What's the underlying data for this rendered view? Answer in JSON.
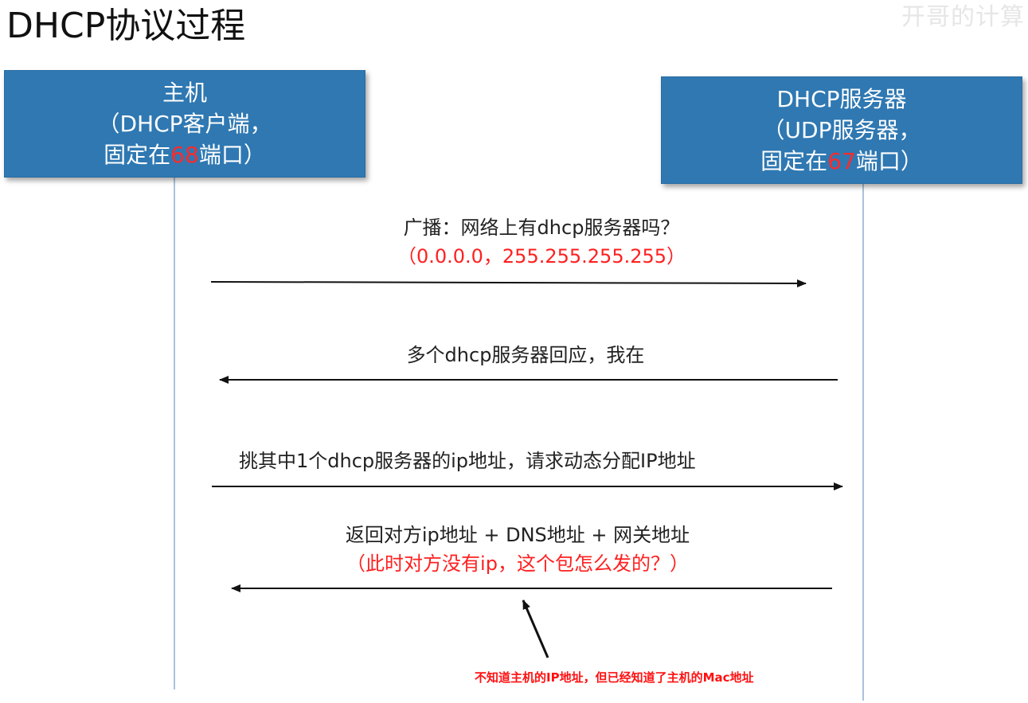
{
  "title": "DHCP协议过程",
  "watermark": "开哥的计算",
  "colors": {
    "actor_box": "#2f78b2",
    "highlight": "#ff2020",
    "lifeline": "#a9c3dc",
    "arrow": "#111111"
  },
  "actors": {
    "host": {
      "line1": "主机",
      "line2": "（DHCP客户端，",
      "line3_prefix": "固定在",
      "port": "68",
      "line3_suffix": "端口）"
    },
    "server": {
      "line1": "DHCP服务器",
      "line2": "（UDP服务器，",
      "line3_prefix": "固定在",
      "port": "67",
      "line3_suffix": "端口）"
    }
  },
  "messages": [
    {
      "direction": "host-to-server",
      "text": "广播：网络上有dhcp服务器吗？",
      "detail": "（0.0.0.0，255.255.255.255）"
    },
    {
      "direction": "server-to-host",
      "text": "多个dhcp服务器回应，我在"
    },
    {
      "direction": "host-to-server",
      "text": "挑其中1个dhcp服务器的ip地址，请求动态分配IP地址"
    },
    {
      "direction": "server-to-host",
      "text": "返回对方ip地址 + DNS地址 + 网关地址",
      "detail": "（此时对方没有ip，这个包怎么发的？）"
    }
  ],
  "note": "不知道主机的IP地址，但已经知道了主机的Mac地址"
}
